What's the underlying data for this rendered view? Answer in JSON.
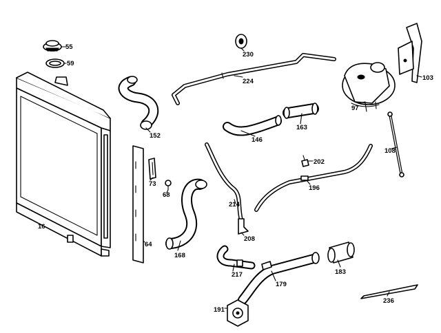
{
  "callouts": {
    "p16": "16",
    "p55": "55",
    "p59": "59",
    "p152": "152",
    "p224": "224",
    "p230": "230",
    "p97": "97",
    "p103": "103",
    "p146": "146",
    "p163": "163",
    "p108": "108",
    "p202": "202",
    "p196": "196",
    "p73": "73",
    "p68": "68",
    "p64": "64",
    "p168": "168",
    "p214": "214",
    "p208": "208",
    "p217": "217",
    "p179": "179",
    "p183": "183",
    "p191": "191",
    "p236": "236"
  }
}
